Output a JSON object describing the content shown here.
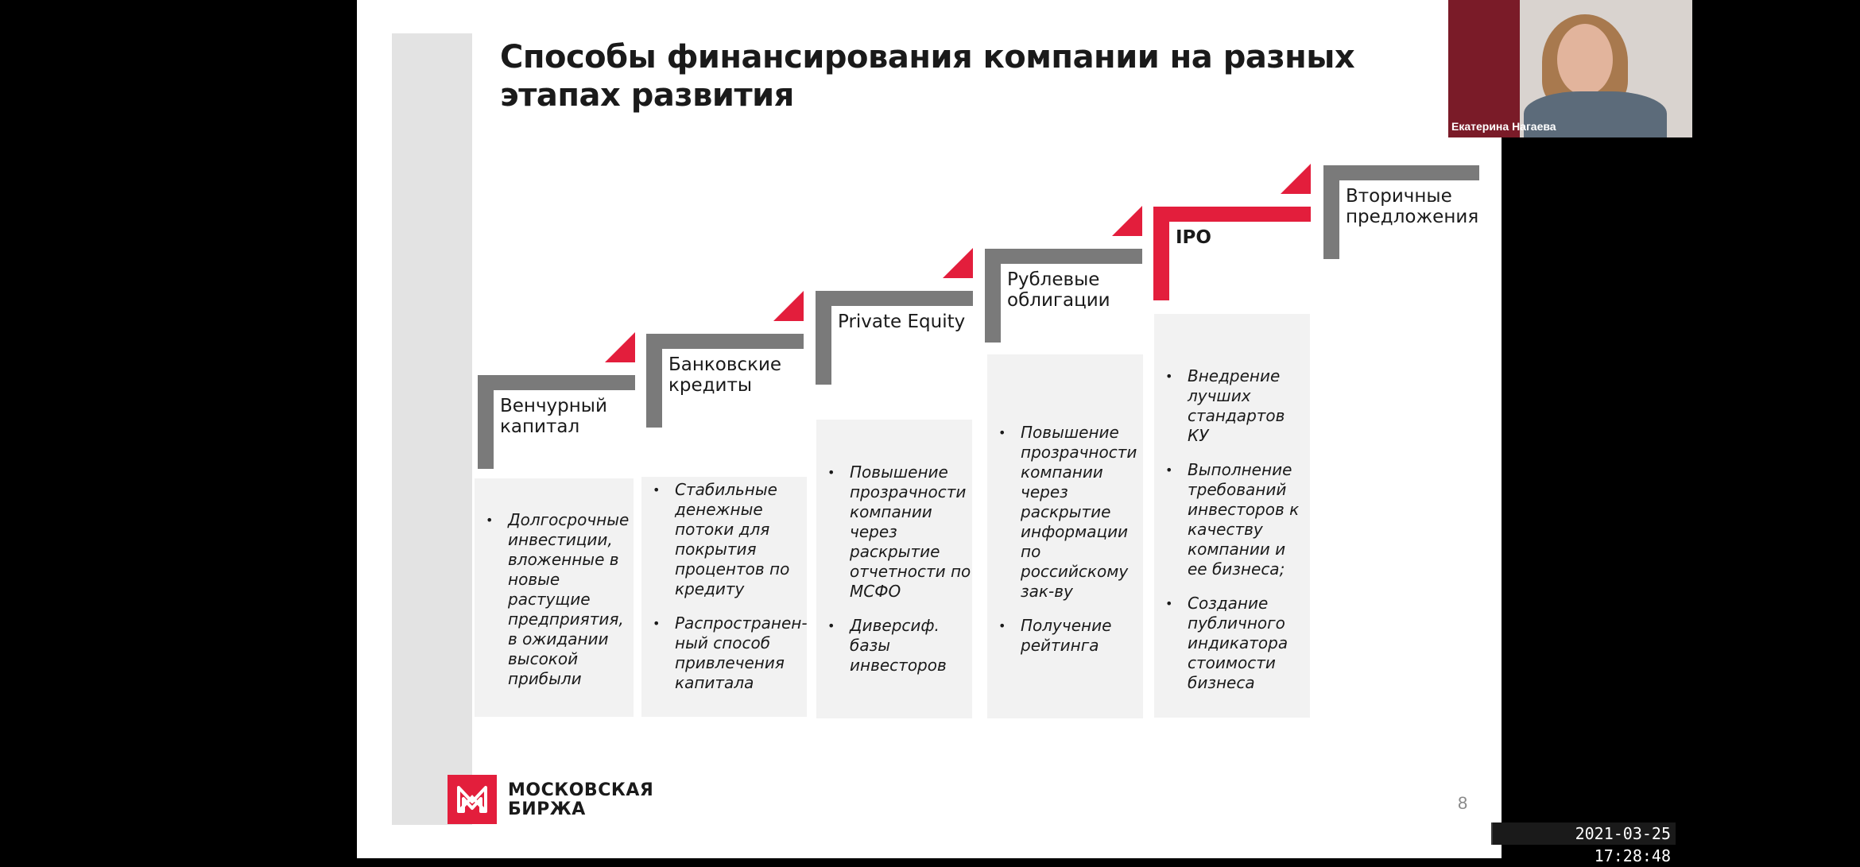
{
  "slide": {
    "title": "Способы финансирования компании на разных этапах развития",
    "page_number": "8",
    "logo_text_line1": "МОСКОВСКАЯ",
    "logo_text_line2": "БИРЖА",
    "stages": [
      {
        "label_line1": "Венчурный",
        "label_line2": "капитал",
        "items": [
          "Долгосрочные инвестиции, вложенные в новые растущие предприятия, в ожидании высокой прибыли"
        ]
      },
      {
        "label_line1": "Банковские",
        "label_line2": "кредиты",
        "items": [
          "Стабильные денежные потоки для покрытия процентов по кредиту",
          "Распространен-ный способ привлечения капитала"
        ]
      },
      {
        "label_line1": "Private Equity",
        "label_line2": "",
        "items": [
          "Повышение прозрачности компании через раскрытие отчетности по МСФО",
          "Диверсиф. базы инвесторов"
        ]
      },
      {
        "label_line1": "Рублевые",
        "label_line2": "облигации",
        "items": [
          "Повышение прозрачности компании через раскрытие информации по российскому зак-ву",
          "Получение рейтинга"
        ]
      },
      {
        "label_line1": "IPO",
        "label_line2": "",
        "items": [
          "Внедрение лучших стандартов КУ",
          "Выполнение требований инвесторов к качеству компании и ее бизнеса;",
          "Создание публичного индикатора стоимости бизнеса"
        ]
      },
      {
        "label_line1": "Вторичные",
        "label_line2": "предложения",
        "items": []
      }
    ]
  },
  "webcam": {
    "participant_name": "Екатерина Нагаева"
  },
  "recording": {
    "timestamp": "2021-03-25  17:28:48"
  },
  "colors": {
    "accent_red": "#e31e3c",
    "step_gray": "#7a7a7a",
    "panel_gray": "#f2f2f2"
  }
}
